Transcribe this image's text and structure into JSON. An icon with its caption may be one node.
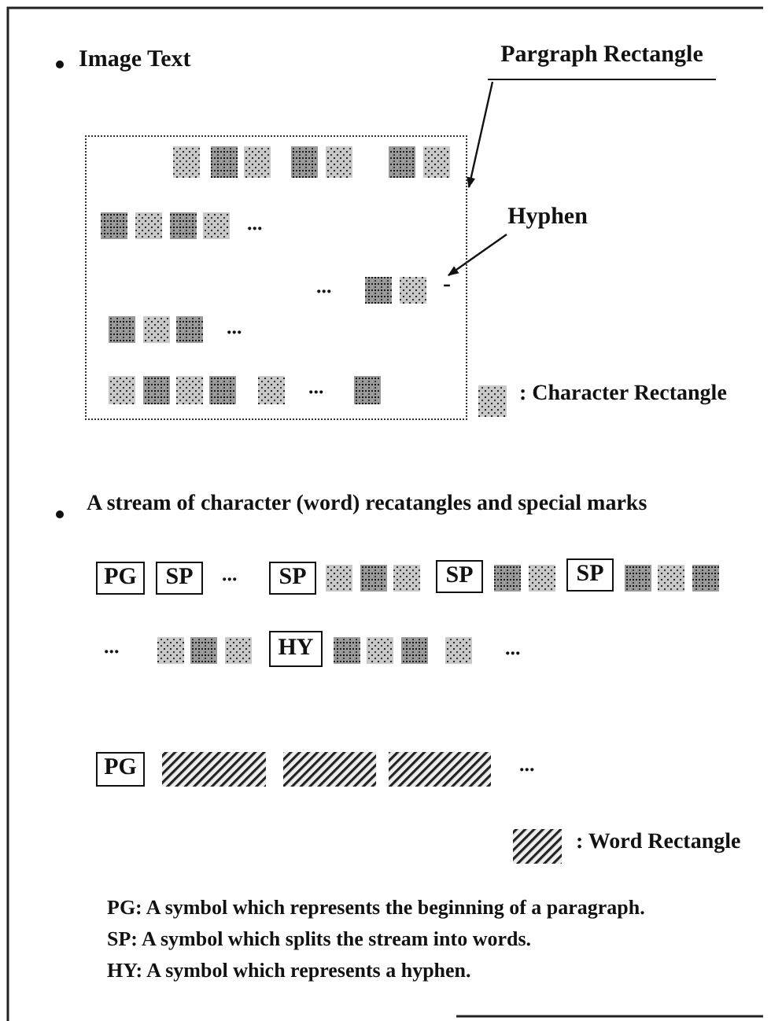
{
  "diagram": {
    "nodes": [
      {
        "text": [
          "Pargraph Rectangle"
        ]
      },
      {
        "text": [],
        "shape": "box"
      },
      {
        "text": [
          "Hyphen"
        ]
      },
      {
        "text": [
          "-"
        ],
        "in": 1
      },
      {
        "text": [
          "PG"
        ]
      },
      {
        "text": [
          "SP"
        ]
      },
      {
        "text": [
          "SP"
        ]
      },
      {
        "text": [
          "SP"
        ]
      },
      {
        "text": [
          "SP"
        ]
      },
      {
        "text": [
          "HY"
        ]
      },
      {
        "text": [
          "PG"
        ]
      }
    ],
    "edges": [
      {
        "from": 0,
        "to": 1,
        "arrow": "to"
      },
      {
        "from": 2,
        "to": 3,
        "arrow": "to"
      }
    ],
    "labels": [
      "Image Text",
      "...",
      "...",
      "...",
      "...",
      "A stream of character (word) recatangles and special marks",
      "...",
      "...",
      "...",
      "...",
      "PG: A symbol which represents the beginning of a paragraph.",
      "SP: A symbol which splits the stream into words.",
      "HY: A symbol which represents a hyphen."
    ],
    "legend": [
      {
        "text": ": Character Rectangle"
      },
      {
        "text": ": Word Rectangle"
      }
    ]
  }
}
